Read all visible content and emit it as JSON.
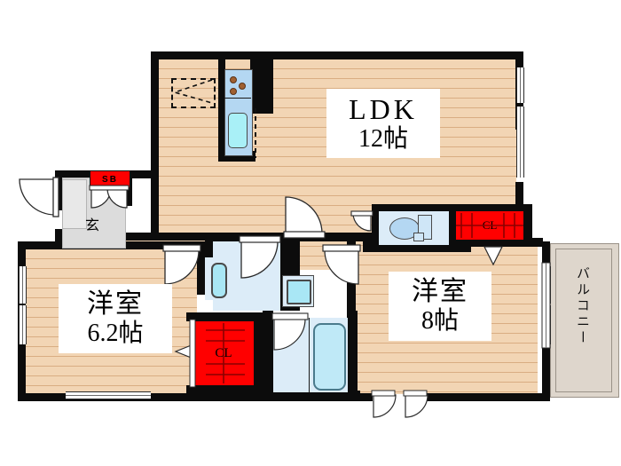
{
  "plan": {
    "type": "japanese-apartment-floorplan",
    "layout_code": "2LDK",
    "rooms": [
      {
        "id": "ldk",
        "name_line1": "LDK",
        "name_line2": "12帖",
        "label": "LDK 12帖"
      },
      {
        "id": "washitsu_west",
        "name_line1": "洋室",
        "name_line2": "6.2帖",
        "label": "洋室 6.2帖"
      },
      {
        "id": "washitsu_east",
        "name_line1": "洋室",
        "name_line2": "8帖",
        "label": "洋室 8帖"
      }
    ],
    "entrance": {
      "label": "玄",
      "shoe_box": "SB"
    },
    "closets": [
      {
        "id": "closet-ldk",
        "label": "CL"
      },
      {
        "id": "closet-west",
        "label": "CL"
      }
    ],
    "balcony": {
      "label": "バルコニー"
    },
    "fixtures": [
      {
        "id": "kitchen-sink",
        "name": "kitchen-sink"
      },
      {
        "id": "gas-burners",
        "name": "gas-stove"
      },
      {
        "id": "refrigerator",
        "name": "refrigerator-space"
      },
      {
        "id": "toilet",
        "name": "toilet"
      },
      {
        "id": "bathtub",
        "name": "bathtub"
      },
      {
        "id": "wash-basin",
        "name": "wash-basin"
      },
      {
        "id": "washer-space",
        "name": "washing-machine-space"
      }
    ],
    "colors": {
      "floor": "#f2d5b4",
      "wall": "#0c0c0c",
      "closet": "#ff0000",
      "water": "#dcecf8",
      "kitchen": "#b4d7f2",
      "balcony": "#ded6cc",
      "entrance": "#dcdcdc",
      "background": "#ffffff"
    }
  }
}
